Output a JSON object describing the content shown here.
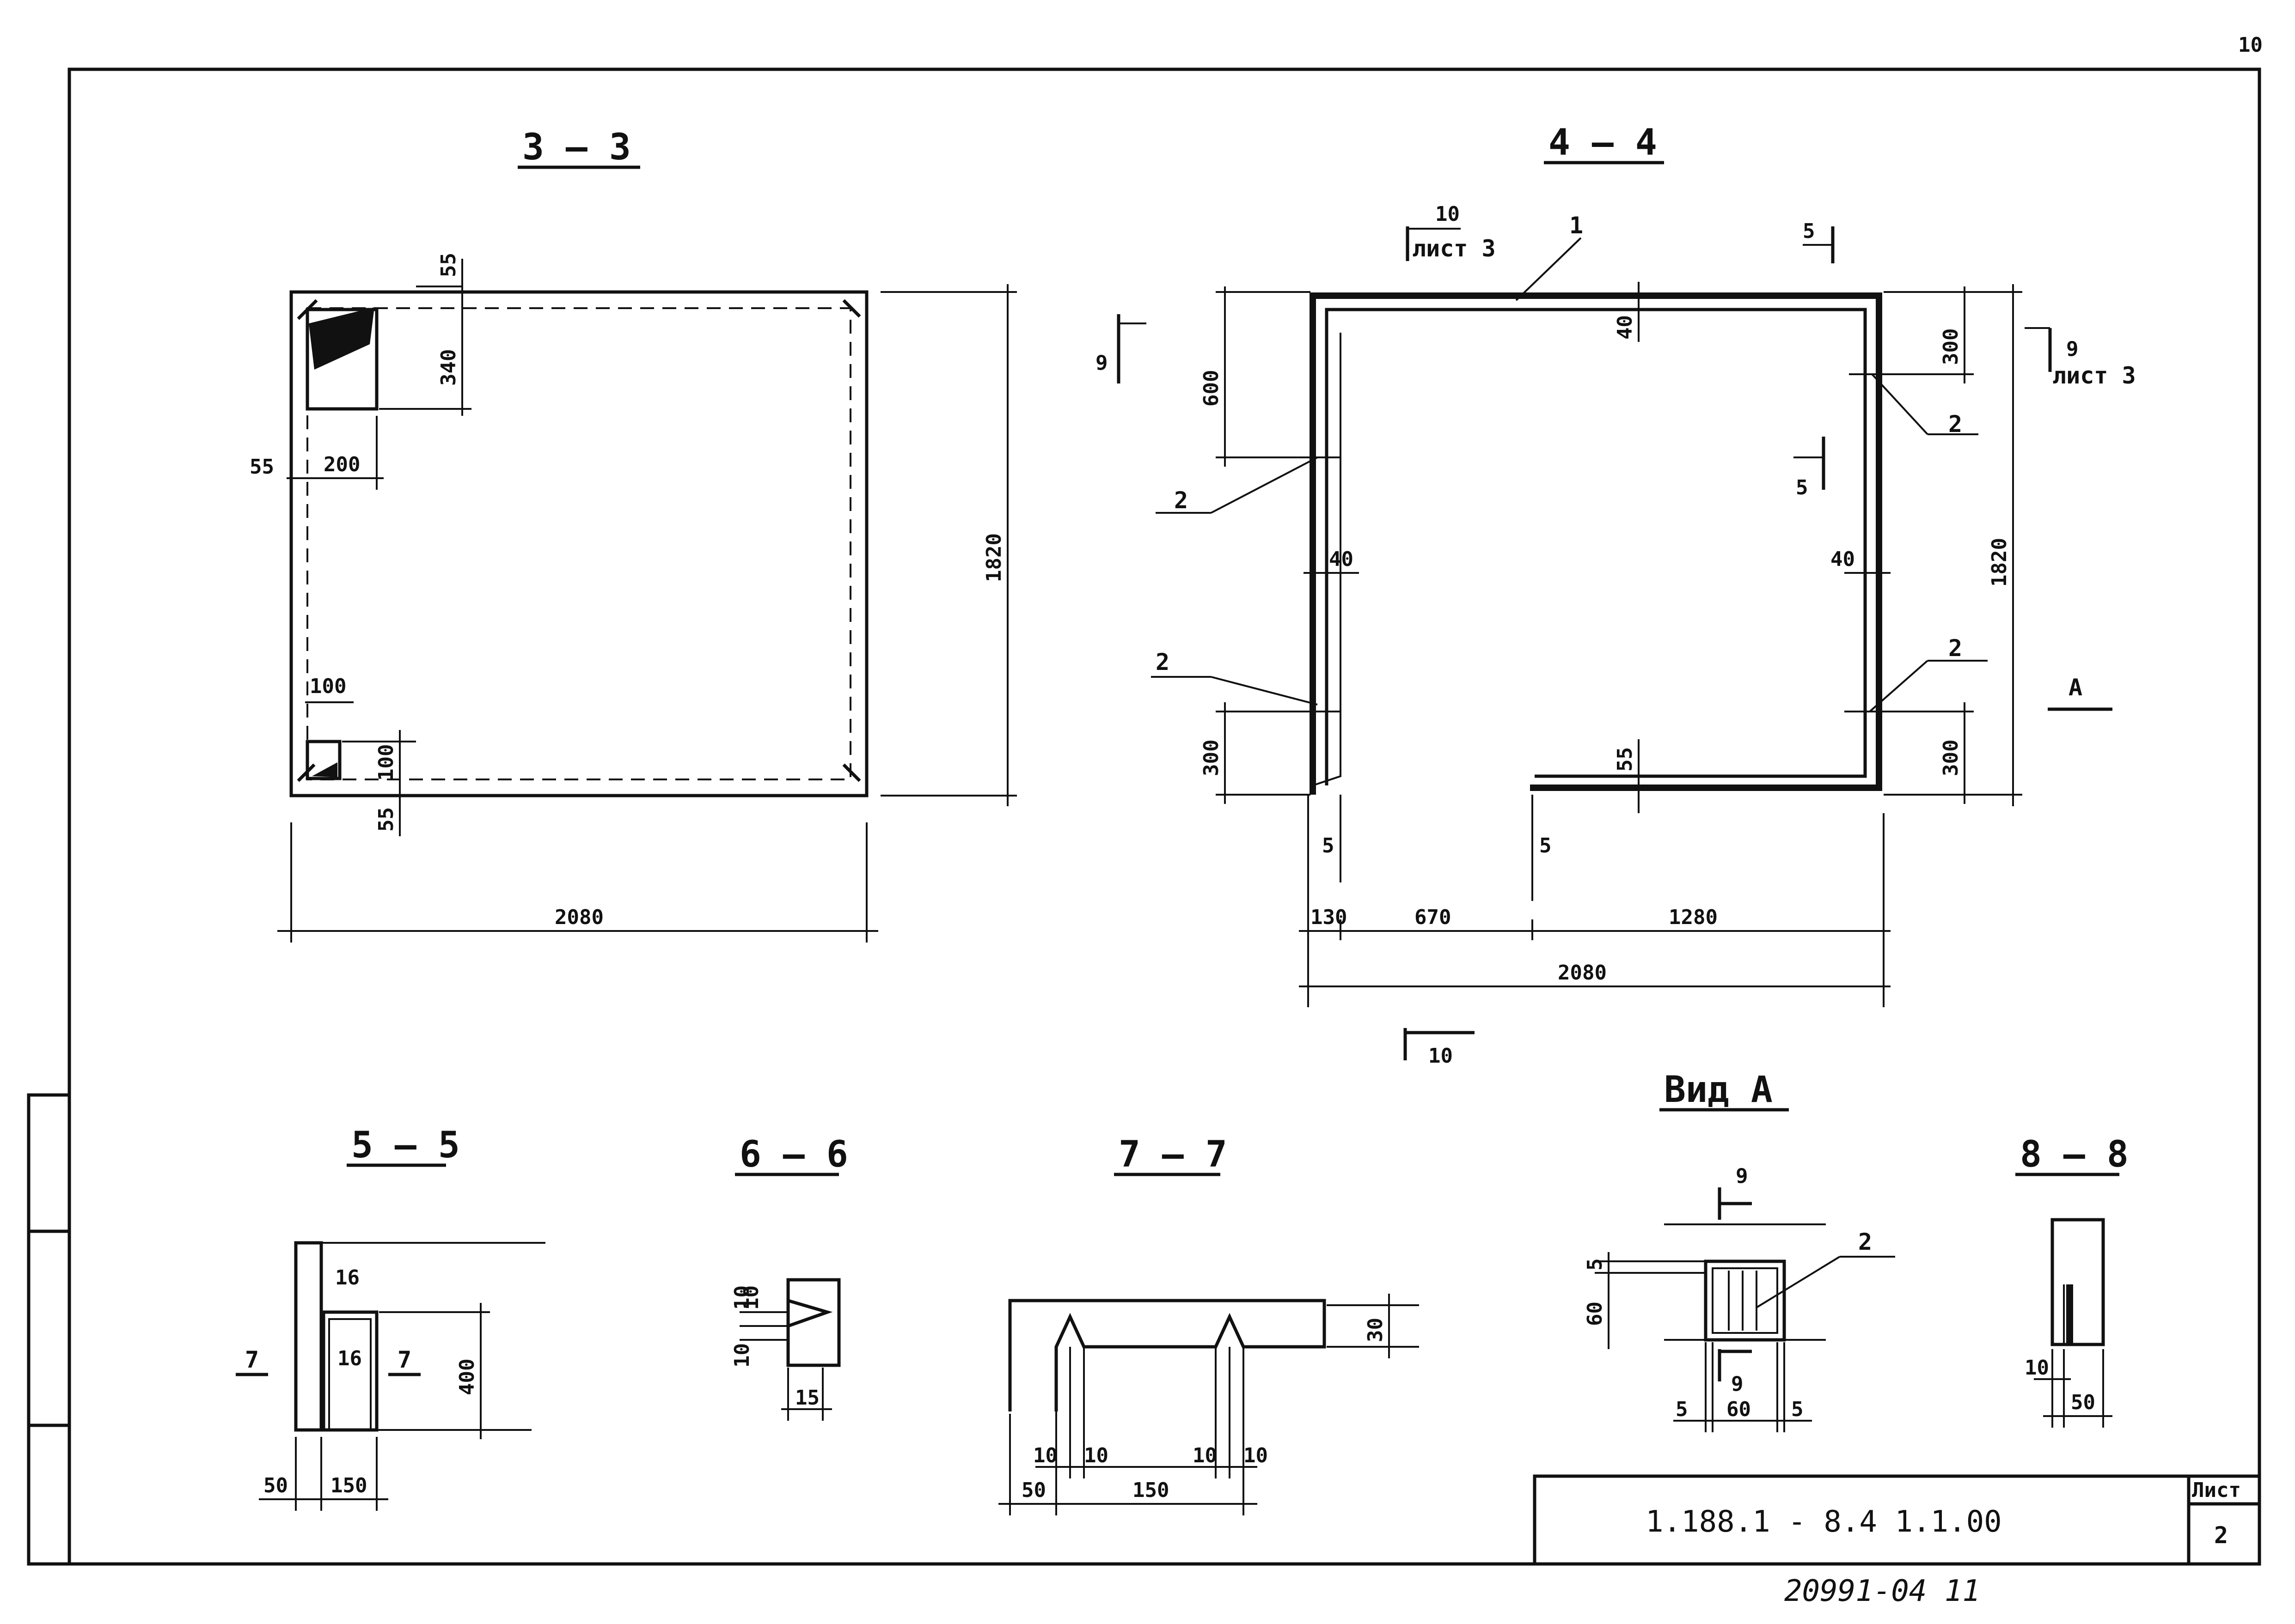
{
  "sheet_number_top": "10",
  "sections": {
    "s33": "3 — 3",
    "s44": "4 — 4",
    "s55": "5 — 5",
    "s66": "6 — 6",
    "s77": "7 — 7",
    "vidA": "Вид А",
    "s88": "8 — 8"
  },
  "dims_33": {
    "d55_top": "55",
    "d340": "340",
    "d55_left": "55",
    "d200": "200",
    "d1820": "1820",
    "d100_top": "100",
    "d100_side": "100",
    "d55_bottom": "55",
    "d2080": "2080"
  },
  "dims_44": {
    "cut10_top": "10",
    "list3_top": "лист 3",
    "pos1": "1",
    "cut5_top": "5",
    "d40_top": "40",
    "d300_tr": "300",
    "cut9_right": "9",
    "list3_right": "лист 3",
    "pos2_r1": "2",
    "cut9_left": "9",
    "d600": "600",
    "pos2_l1": "2",
    "cut5_mid": "5",
    "d40_left": "40",
    "d40_right": "40",
    "d1820": "1820",
    "pos2_l2": "2",
    "pos2_r2": "2",
    "viewA": "А",
    "d300_bl": "300",
    "d55_mid": "55",
    "d300_br": "300",
    "d5_left": "5",
    "d5_mid": "5",
    "d130": "130",
    "d670": "670",
    "d1280": "1280",
    "d2080": "2080",
    "cut10_bottom": "10"
  },
  "dims_55": {
    "l16_top": "16",
    "l16_bot": "16",
    "cut7_left": "7",
    "cut7_right": "7",
    "d400": "400",
    "d50": "50",
    "d150": "150"
  },
  "dims_66": {
    "d10a": "10",
    "d10b": "10",
    "d10c": "10",
    "d15": "15"
  },
  "dims_77": {
    "d30": "30",
    "d10a": "10",
    "d10b": "10",
    "d10c": "10",
    "d10d": "10",
    "d50": "50",
    "d150": "150"
  },
  "dims_vidA": {
    "cut9_top": "9",
    "cut9_bot": "9",
    "pos2": "2",
    "d5_v": "5",
    "d60_v": "60",
    "d5_l": "5",
    "d60_h": "60",
    "d5_r": "5"
  },
  "dims_88": {
    "d10": "10",
    "d50": "50"
  },
  "title_block": {
    "designation": "1.188.1 - 8.4   1.1.00",
    "list_label": "Лист",
    "list_number": "2"
  },
  "archive_number": "20991-04  11"
}
